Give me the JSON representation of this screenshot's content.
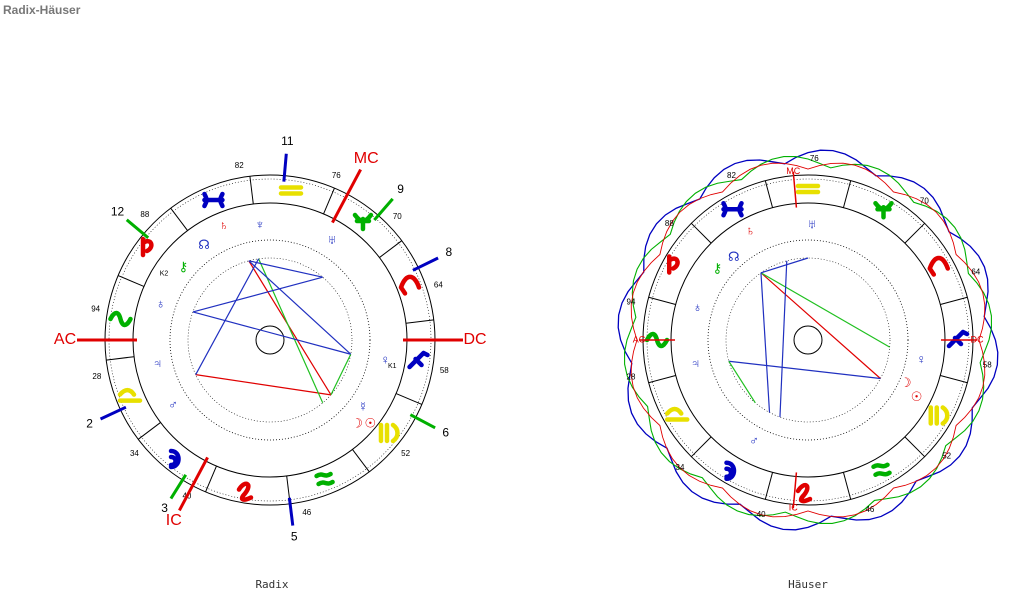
{
  "page": {
    "title": "Radix-Häuser"
  },
  "charts": {
    "radix": {
      "caption": "Radix",
      "angle_labels": [
        "82",
        "76",
        "70",
        "64",
        "58",
        "52",
        "46",
        "40",
        "34",
        "28",
        "94",
        "88"
      ],
      "house_numbers": [
        "11",
        "9",
        "8",
        "6",
        "5",
        "3",
        "2",
        "12"
      ],
      "axis_labels": {
        "mc": "MC",
        "dc": "DC",
        "ic": "IC",
        "ac": "AC"
      },
      "small_labels": [
        "K2",
        "K1"
      ]
    },
    "haeuser": {
      "caption": "Häuser",
      "angle_labels": [
        "82",
        "76",
        "70",
        "64",
        "58",
        "52",
        "46",
        "40",
        "34",
        "28",
        "94",
        "88"
      ],
      "axis_labels": {
        "mc": "MC",
        "dc": "DC",
        "ic": "IC",
        "ac": "AC"
      }
    }
  },
  "colors": {
    "fire": "#e00000",
    "earth": "#00b000",
    "air": "#e8e000",
    "water": "#0000c0",
    "aspect_red": "#e00000",
    "aspect_blue": "#2030c0",
    "aspect_green": "#20c020",
    "planet": "#2030c0"
  }
}
